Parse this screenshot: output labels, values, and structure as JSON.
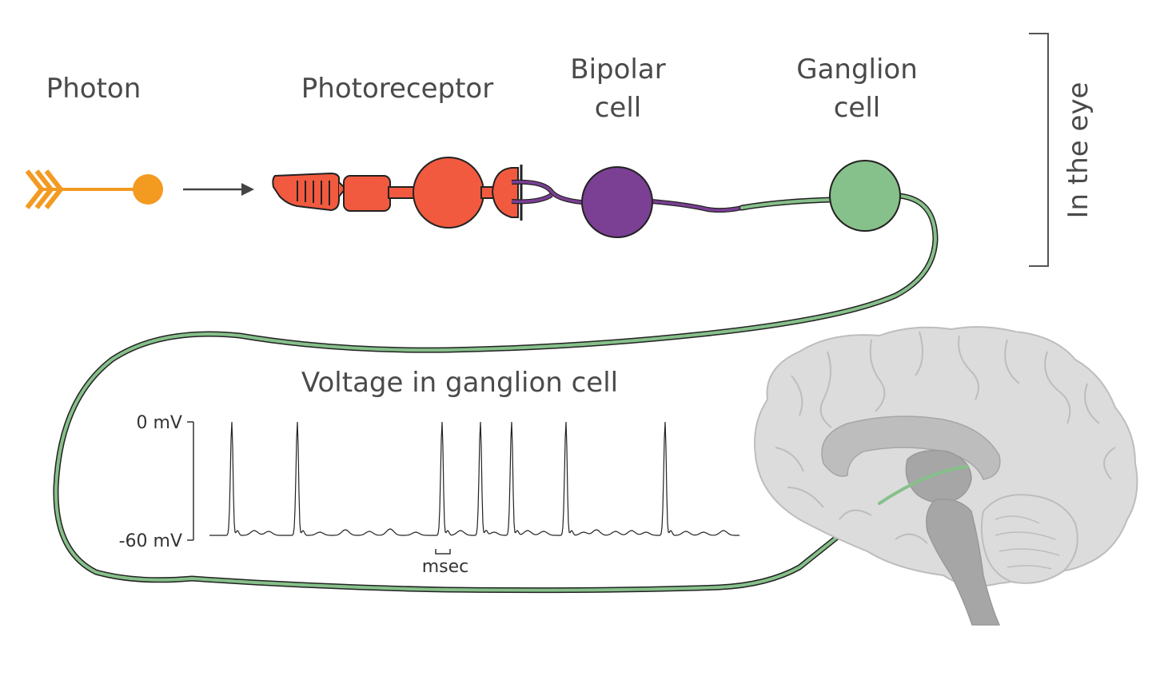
{
  "labels": {
    "photon": "Photon",
    "photoreceptor": "Photoreceptor",
    "bipolar_line1": "Bipolar",
    "bipolar_line2": "cell",
    "ganglion_line1": "Ganglion",
    "ganglion_line2": "cell",
    "in_the_eye": "In the eye"
  },
  "colors": {
    "photon": "#f39a21",
    "photoreceptor": "#f15a3f",
    "bipolar": "#7b3f94",
    "ganglion": "#86c08a",
    "axon": "#86c08a",
    "brain_light": "#dcdcdc",
    "brain_mid": "#bdbdbd",
    "brain_dark": "#a6a6a6",
    "trace": "#222222"
  },
  "icons": {
    "photon": "photon-arrow-icon",
    "direction": "right-arrow-icon",
    "brain": "brain-sagittal-icon"
  },
  "chart_data": {
    "type": "line",
    "title": "Voltage in ganglion cell",
    "ylabel_ticks": [
      "0 mV",
      "-60 mV"
    ],
    "ylim": [
      -60,
      0
    ],
    "scale_bar_label": "msec",
    "spike_count": 7,
    "resting_potential_mV": -60,
    "spike_peak_mV": 0
  }
}
